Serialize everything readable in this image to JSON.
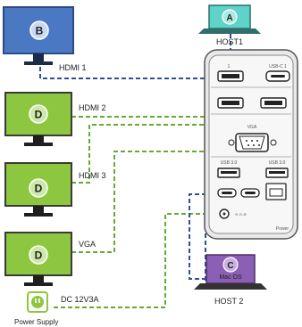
{
  "colors": {
    "blue_monitor": "#4a78c2",
    "green_monitor": "#8dc63f",
    "laptop_teal": "#5fd3c8",
    "laptop_purple": "#8b5fb5",
    "blue_cable": "#2f4f9e",
    "green_cable": "#6aa834",
    "dock": "#f4f4f4"
  },
  "monitors": [
    {
      "badge": "B",
      "label": "HDMI 1"
    },
    {
      "badge": "D",
      "label": "HDMI 2"
    },
    {
      "badge": "D",
      "label": "HDMI 3"
    },
    {
      "badge": "D",
      "label": "VGA"
    }
  ],
  "hosts": {
    "host1": {
      "badge": "A",
      "label": "HOST1"
    },
    "host2": {
      "badge": "C",
      "screen_text": "Mac OS",
      "label": "HOST 2"
    }
  },
  "power": {
    "cable_label": "DC 12V3A",
    "label": "Power Supply"
  },
  "dock": {
    "port_labels": [
      "1",
      "USB-C 1",
      "VGA",
      "USB 3.0",
      "USB 3.0",
      "Power"
    ],
    "icon": "dock-unit"
  }
}
